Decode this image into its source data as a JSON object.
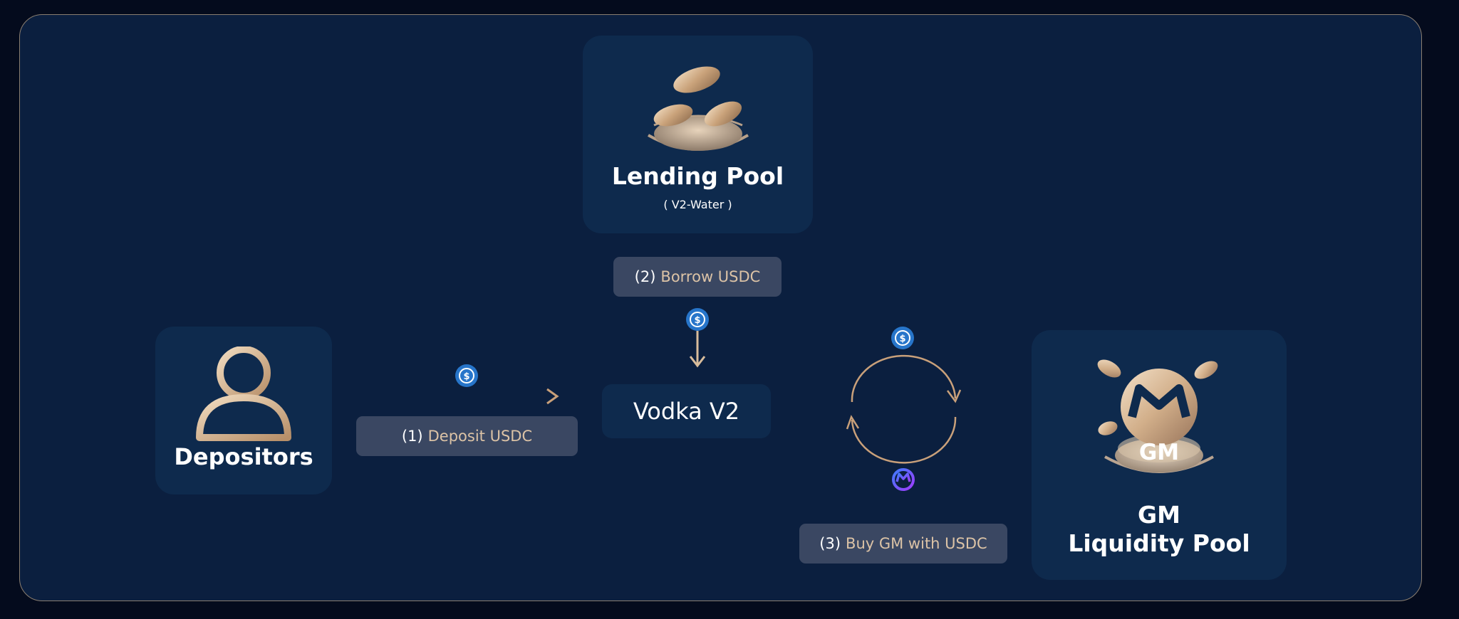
{
  "nodes": {
    "lending_pool": {
      "title": "Lending Pool",
      "subtitle": "( V2-Water )"
    },
    "depositors": {
      "title": "Depositors"
    },
    "vodka": {
      "title": "Vodka V2"
    },
    "gm_pool": {
      "title_line1": "GM",
      "title_line2": "Liquidity Pool",
      "logo_text": "GM"
    }
  },
  "steps": {
    "deposit": {
      "number": "(1)",
      "label": "Deposit USDC"
    },
    "borrow": {
      "number": "(2)",
      "label": "Borrow USDC"
    },
    "buy": {
      "number": "(3)",
      "label": "Buy GM with USDC"
    }
  },
  "icons": {
    "usdc": "usdc-coin-icon",
    "gmx": "gmx-logo-icon",
    "person": "person-icon",
    "coins": "coins-pile-icon"
  },
  "colors": {
    "background": "#0b1f3f",
    "card": "#0e2a4d",
    "pill": "#3a4762",
    "gold": "#dcc3a6",
    "usdc_blue": "#2775ca"
  }
}
